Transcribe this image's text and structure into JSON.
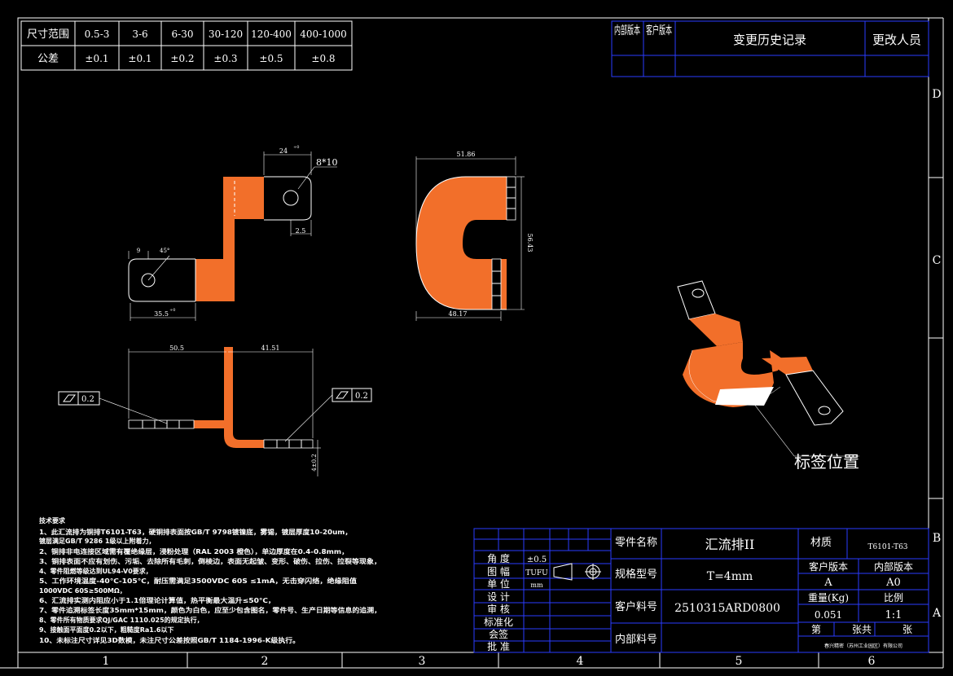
{
  "tolerance_table": {
    "size_label": "尺寸范围",
    "tol_label": "公差",
    "ranges": [
      "0.5-3",
      "3-6",
      "6-30",
      "30-120",
      "120-400",
      "400-1000"
    ],
    "tolerances": [
      "±0.1",
      "±0.1",
      "±0.2",
      "±0.3",
      "±0.5",
      "±0.8"
    ]
  },
  "revision_table": {
    "internal_version": "内部版本",
    "customer_version": "客户版本",
    "history": "变更历史记录",
    "changer": "更改人员"
  },
  "zones": {
    "right": [
      "D",
      "C",
      "B",
      "A"
    ],
    "bottom": [
      "1",
      "2",
      "3",
      "4",
      "5",
      "6"
    ]
  },
  "views": {
    "top": {
      "dim_a": "24",
      "dim_a_tol": "+0",
      "hole_label": "8*10",
      "dim_b": "2.5",
      "dim_c": "9",
      "dim_d": "45°",
      "dim_e": "35.5",
      "dim_e_tol": "+0"
    },
    "front": {
      "dim_w": "51.86",
      "dim_h": "56.43",
      "dim_b": "48.17"
    },
    "side": {
      "dim_l": "50.5",
      "dim_r": "41.51",
      "dim_t": "4±0.2",
      "flat_l": "0.2",
      "flat_r": "0.2"
    },
    "iso": {
      "label_position": "标签位置"
    }
  },
  "notes": {
    "title": "技术要求",
    "items": [
      "1、此汇流排为铜排T6101-T63，硬铜排表面按GB/T 9798镀镍底，雾锡，镀层厚度10-20um，",
      "   镀层满足GB/T 9286 1级以上附着力，",
      "2、铜排非电连接区域需有覆绝缘层，浸粉处理（RAL 2003 橙色），单边厚度在0.4-0.8mm，",
      "3、铜排表面不应有划伤、污垢、去除所有毛刺，倒棱边，表面无起皱、变形、破伤、拉伤、拉裂等现象，",
      "4、零件阻燃等级达到UL94-V0要求，",
      "5、工作环境温度-40℃-105℃，耐压需满足3500VDC 60S ≤1mA，无击穿闪络，绝缘阻值",
      "   1000VDC 60S≥500MΩ，",
      "6、汇流排实测内阻应小于1.1倍理论计算值，热平衡最大温升≤50℃，",
      "7、零件追溯标签长度35mm*15mm，颜色为白色，应至少包含图名，零件号、生产日期等信息的追溯，",
      "8、零件所有物质要求QJ/GAC 1110.025的规定执行，",
      "9、接触面平面度0.2以下，粗糙度Ra1.6以下",
      "10、未标注尺寸详见3D数模，未注尺寸公差按照GB/T 1184-1996-K级执行。"
    ]
  },
  "title_block": {
    "left": {
      "angle_label": "角 度",
      "angle_value": "±0.5",
      "frame_label": "图 幅",
      "frame_value": "TUFU",
      "unit_label": "单 位",
      "unit_value": "mm",
      "design": "设 计",
      "review": "审 核",
      "standard": "标准化",
      "sign": "会签",
      "approve": "批 准"
    },
    "part_name_label": "零件名称",
    "part_name": "汇流排II",
    "spec_label": "规格型号",
    "spec": "T=4mm",
    "cust_no_label": "客户料号",
    "cust_no": "2510315ARD0800",
    "int_no_label": "内部料号",
    "material_label": "材质",
    "material": "T6101-T63",
    "cust_ver_label": "客户版本",
    "int_ver_label": "内部版本",
    "cust_ver": "A",
    "int_ver": "A0",
    "weight_label": "重量(Kg)",
    "scale_label": "比例",
    "weight": "0.051",
    "scale": "1:1",
    "sheet_label": "第",
    "total_label": "张共",
    "sheet_unit": "张",
    "company": "春兴精密（苏州工业园区）有限公司"
  }
}
